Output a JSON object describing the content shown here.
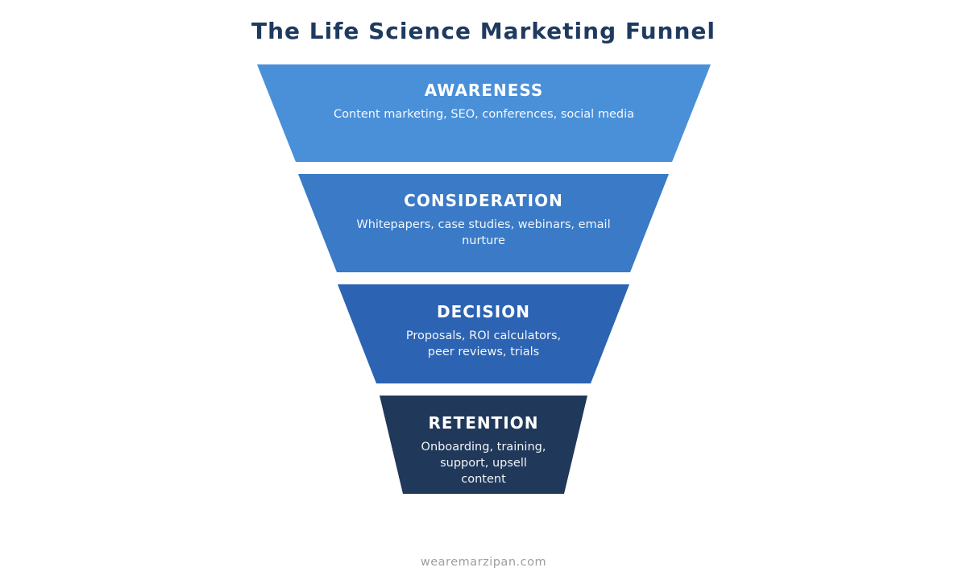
{
  "page": {
    "title": "The Life Science Marketing Funnel",
    "footer": "wearemarzipan.com"
  },
  "colors": {
    "background": "#ffffff",
    "title_text": "#1e3a5f",
    "footer_text": "#9e9e9e",
    "stage_text": "#ffffff"
  },
  "funnel": {
    "type": "funnel",
    "stages": [
      {
        "title": "AWARENESS",
        "description": "Content marketing, SEO, conferences, social media",
        "lines": [
          "Content marketing, SEO, conferences, social media"
        ],
        "color": "#4a90d9"
      },
      {
        "title": "CONSIDERATION",
        "description": "Whitepapers, case studies, webinars, email nurture",
        "lines": [
          "Whitepapers, case studies, webinars, email",
          "nurture"
        ],
        "color": "#3a7ac6"
      },
      {
        "title": "DECISION",
        "description": "Proposals, ROI calculators, peer reviews, trials",
        "lines": [
          "Proposals, ROI calculators,",
          "peer reviews, trials"
        ],
        "color": "#2c63b2"
      },
      {
        "title": "RETENTION",
        "description": "Onboarding, training, support, upsell content",
        "lines": [
          "Onboarding, training,",
          "support, upsell",
          "content"
        ],
        "color": "#20395a"
      }
    ]
  }
}
